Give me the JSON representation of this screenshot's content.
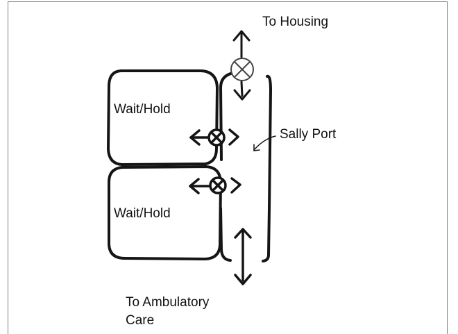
{
  "labels": {
    "to_housing": "To Housing",
    "wait_hold_upper": "Wait/Hold",
    "wait_hold_lower": "Wait/Hold",
    "sally_port": "Sally Port",
    "to_ambulatory_line1": "To Ambulatory",
    "to_ambulatory_line2": "Care"
  },
  "colors": {
    "ink": "#151515",
    "frame": "#7a7f86",
    "background": "#ffffff"
  }
}
